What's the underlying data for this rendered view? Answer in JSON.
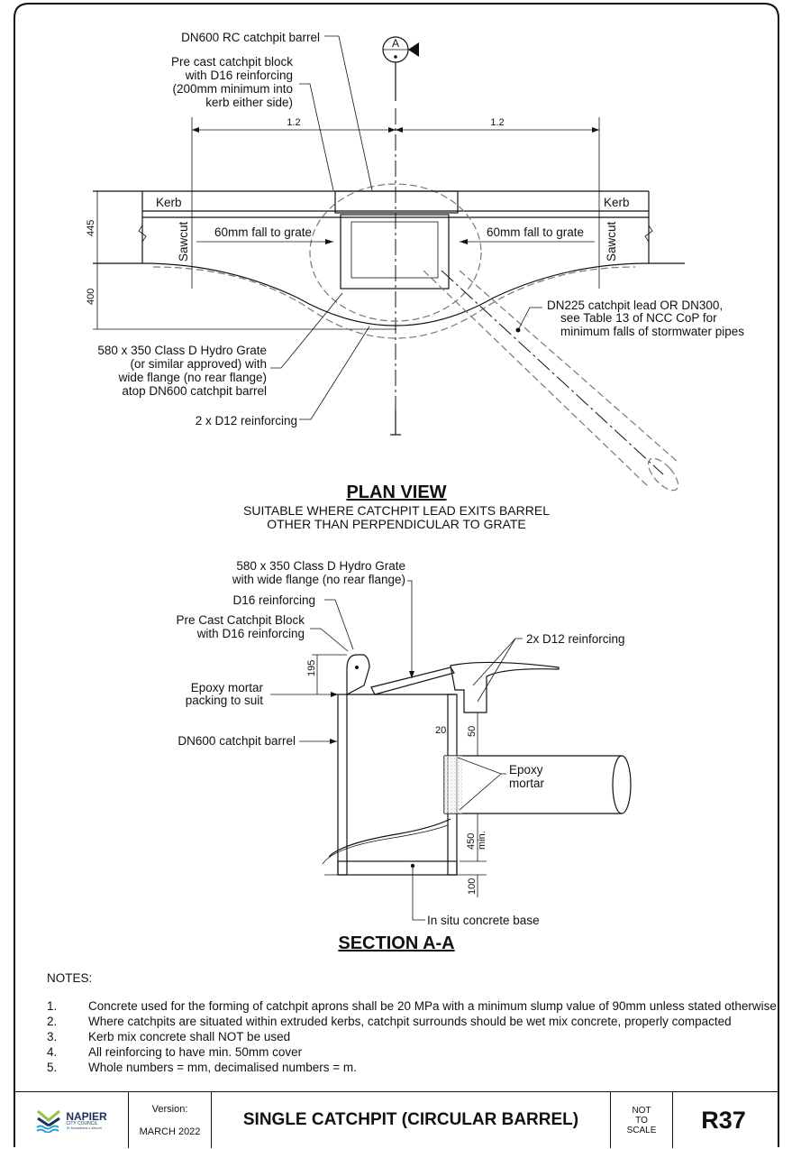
{
  "plan": {
    "labels": {
      "barrel": "DN600 RC catchpit barrel",
      "block_1": "Pre cast catchpit block",
      "block_2": "with  D16 reinforcing",
      "block_3": "(200mm minimum into",
      "block_4": "kerb either side)",
      "section_marker": "A",
      "dim_left": "1.2",
      "dim_right": "1.2",
      "dim_445": "445",
      "dim_400": "400",
      "kerb_left": "Kerb",
      "kerb_right": "Kerb",
      "sawcut_left": "Sawcut",
      "sawcut_right": "Sawcut",
      "fall_left": "60mm fall to grate",
      "fall_right": "60mm fall to grate",
      "lead_1": "DN225 catchpit lead OR DN300,",
      "lead_2": "see Table 13 of NCC CoP for",
      "lead_3": "minimum falls of stormwater pipes",
      "grate_1": "580 x 350 Class D Hydro Grate",
      "grate_2": "(or similar approved) with",
      "grate_3": "wide flange (no rear flange)",
      "grate_4": "atop DN600 catchpit barrel",
      "reinf": "2 x D12 reinforcing"
    },
    "title": "PLAN VIEW",
    "subtitle_1": "SUITABLE WHERE CATCHPIT LEAD EXITS BARREL",
    "subtitle_2": "OTHER THAN PERPENDICULAR TO GRATE"
  },
  "section": {
    "labels": {
      "grate_1": "580 x 350 Class D Hydro Grate",
      "grate_2": "with wide flange (no rear flange)",
      "d16": "D16 reinforcing",
      "block_1": "Pre Cast Catchpit Block",
      "block_2": "with  D16 reinforcing",
      "dim_195": "195",
      "epoxy_1": "Epoxy mortar",
      "epoxy_2": "packing to suit",
      "barrel": "DN600 catchpit barrel",
      "d12": "2x D12 reinforcing",
      "dim_20": "20",
      "dim_50": "50",
      "mortar_1": "Epoxy",
      "mortar_2": "mortar",
      "dim_450": "450",
      "dim_450b": "min.",
      "dim_100": "100",
      "base": "In situ concrete base"
    },
    "title": "SECTION A-A"
  },
  "notes": {
    "heading": "NOTES:",
    "items": [
      {
        "num": "1.",
        "text": "Concrete used for the forming of catchpit aprons shall be 20 MPa with a minimum slump value of 90mm unless stated otherwise"
      },
      {
        "num": "2.",
        "text": "Where catchpits are situated within extruded kerbs, catchpit surrounds should be wet mix concrete, properly compacted"
      },
      {
        "num": "3.",
        "text": "Kerb mix concrete shall NOT be used"
      },
      {
        "num": "4.",
        "text": "All reinforcing to have min. 50mm cover"
      },
      {
        "num": "5.",
        "text": "Whole numbers = mm, decimalised numbers = m."
      }
    ]
  },
  "title_block": {
    "logo_name": "NAPIER",
    "logo_sub": "CITY COUNCIL",
    "logo_maori": "Te Kaunihera o Ahuriri",
    "version_label": "Version:",
    "version": "MARCH 2022",
    "drawing_title": "SINGLE CATCHPIT (CIRCULAR BARREL)",
    "scale_1": "NOT",
    "scale_2": "TO",
    "scale_3": "SCALE",
    "drawing_no": "R37"
  },
  "colors": {
    "logo_navy": "#1b2f5c",
    "logo_green": "#8dc63f",
    "logo_blue": "#2a9fd6"
  }
}
